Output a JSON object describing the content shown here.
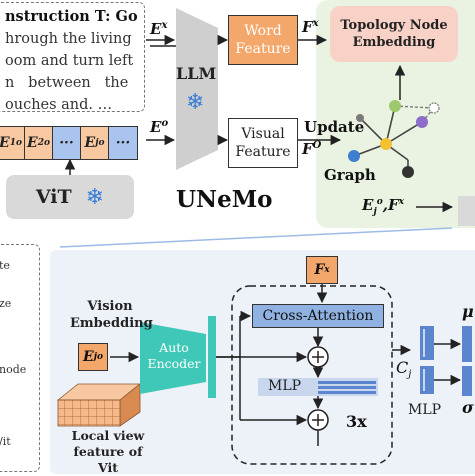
{
  "instruction": {
    "lines": [
      "nstruction T: Go",
      "hrough the living",
      "oom and turn left",
      "n   between   the",
      "ouches and. …"
    ]
  },
  "vit_label": "ViT",
  "snowflake": "❄",
  "tokens": [
    {
      "main": "E",
      "sup": "o",
      "sub": "1",
      "color": "orange"
    },
    {
      "main": "E",
      "sup": "o",
      "sub": "2",
      "color": "orange"
    },
    {
      "main": "···",
      "sup": "",
      "sub": "",
      "color": "blue"
    },
    {
      "main": "E",
      "sup": "o",
      "sub": "j",
      "color": "orange"
    },
    {
      "main": "···",
      "sup": "",
      "sub": "",
      "color": "blue"
    }
  ],
  "llm_label": "LLM",
  "title": "UNeMo",
  "word_feature": "Word Feature",
  "visual_feature": "Visual Feature",
  "topology_node_embedding": "Topology Node Embedding",
  "update_label": "Update",
  "graph_label": "Graph",
  "ex_label": "E",
  "ex_sup": "x",
  "eo_label": "E",
  "eo_sup": "o",
  "fx_label": "F",
  "fx_sup": "x",
  "fo_label": "F",
  "fo_sup": "O",
  "green_output": {
    "main": "E",
    "sup": "o",
    "sub": "j",
    "rest": ",F",
    "rest_sup": "x"
  },
  "legend_fragments": [
    "te",
    "ze",
    "node",
    "/it"
  ],
  "bottom": {
    "vision_embedding": "Vision Embedding",
    "ej": {
      "main": "E",
      "sup": "o",
      "sub": "j"
    },
    "local_view": "Local view feature of Vit",
    "auto_encoder": "Auto Encoder",
    "cross_attention": "Cross-Attention",
    "mlp_inner": "MLP",
    "repeat": "3x",
    "fx": {
      "main": "F",
      "sup": "x"
    },
    "cj": "C",
    "cj_sub": "j",
    "mlp_outer": "MLP",
    "mu": "μ",
    "sigma": "σ"
  },
  "colors": {
    "orange": "#f4a76a",
    "light_orange": "#f8c9a0",
    "blue": "#a9c4ee",
    "teal": "#3fc7b8",
    "green_bg": "#eaf3e2",
    "pink": "#f8d2c6",
    "panel_bg": "#edf1f8",
    "snow_blue": "#3a7bd5"
  }
}
